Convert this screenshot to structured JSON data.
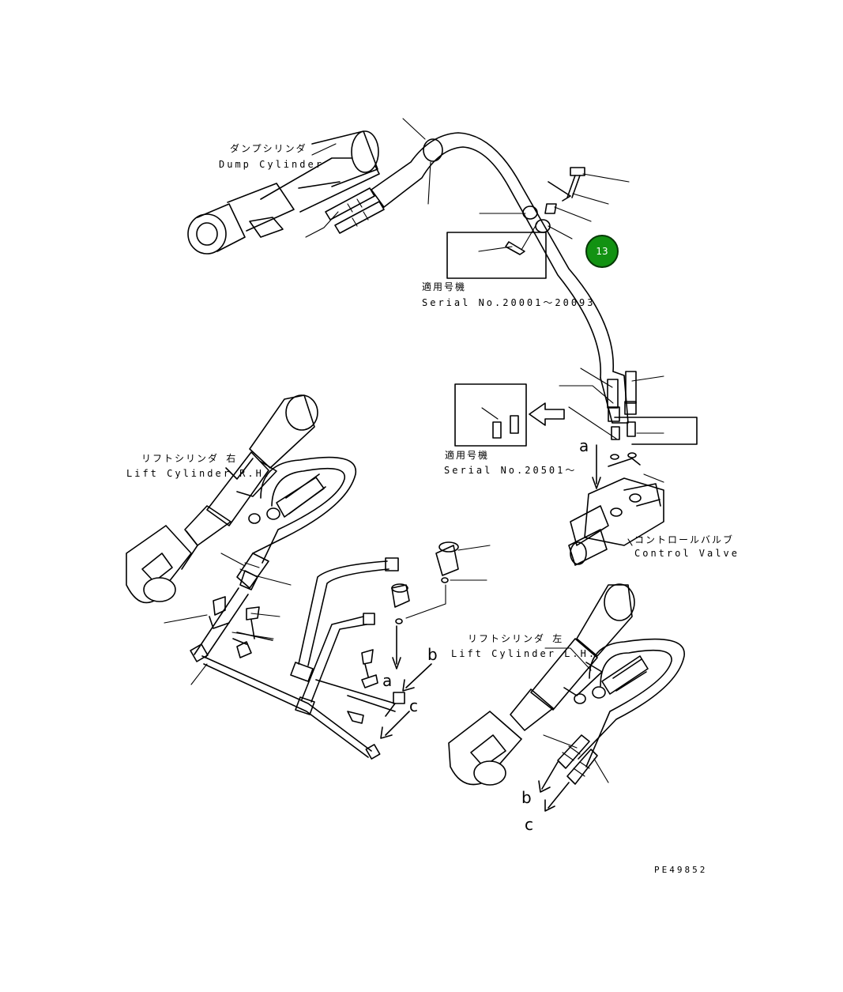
{
  "labels": {
    "dump_cylinder_jp": "ダンプシリンダ",
    "dump_cylinder_en": "Dump Cylinder",
    "serial1_jp": "適用号機",
    "serial1_en": "Serial No.20001～20093",
    "serial2_jp": "適用号機",
    "serial2_en": "Serial No.20501～",
    "lift_rh_jp": "リフトシリンダ 右",
    "lift_rh_en": "Lift Cylinder R.H.",
    "lift_lh_jp": "リフトシリンダ 左",
    "lift_lh_en": "Lift Cylinder L.H.",
    "control_valve_jp": "コントロールバルブ",
    "control_valve_en": "Control Valve",
    "drawing_no": "PE49852"
  },
  "refs": {
    "a1": "a",
    "a2": "a",
    "b1": "b",
    "b2": "b",
    "c1": "c",
    "c2": "c"
  },
  "callout": {
    "number": "13",
    "color": "#129212"
  }
}
